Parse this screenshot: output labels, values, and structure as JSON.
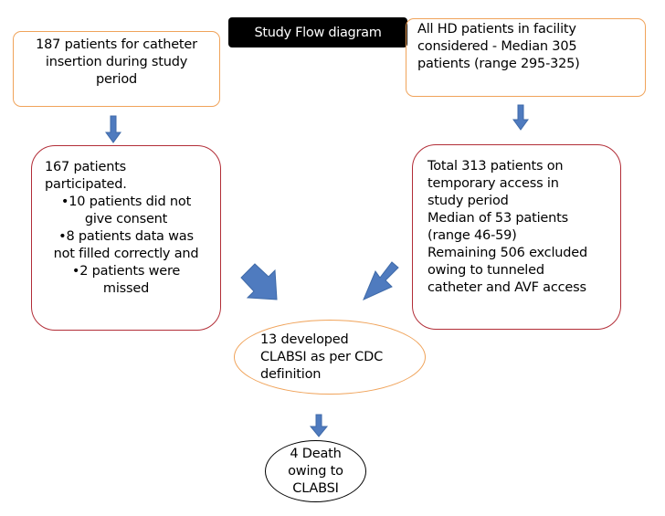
{
  "title": "Study Flow diagram",
  "nodes": {
    "insertion": {
      "lines": [
        "187 patients for catheter",
        "insertion during study",
        "period"
      ]
    },
    "all_hd": {
      "lines": [
        "All HD patients in facility",
        "considered -  Median 305",
        "patients (range 295-325)"
      ]
    },
    "participated": {
      "head": [
        "167 patients",
        "participated."
      ],
      "bullets": [
        "•10 patients did not",
        "give consent",
        "•8 patients data was",
        "not filled correctly and",
        "•2 patients were",
        "missed"
      ]
    },
    "temporary": {
      "lines": [
        "Total 313 patients on",
        "temporary access in",
        "study period",
        "Median of 53 patients",
        "(range 46-59)",
        "Remaining 506 excluded",
        "owing to tunneled",
        "catheter and AVF access"
      ]
    },
    "clabsi": {
      "lines": [
        "13 developed",
        "CLABSI  as per CDC",
        "definition"
      ]
    },
    "death": {
      "lines": [
        "4 Death",
        "owing to",
        "CLABSI"
      ]
    }
  },
  "colors": {
    "orange_border": "#f0a35a",
    "red_border": "#b22d37",
    "arrow": "#4f7bbf",
    "title_bg": "#000000"
  }
}
